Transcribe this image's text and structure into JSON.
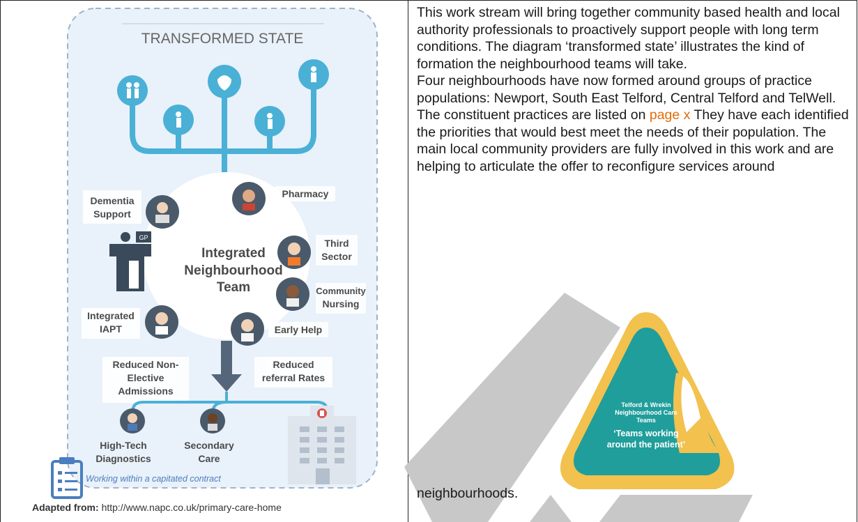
{
  "diagram": {
    "title": "TRANSFORMED STATE",
    "center_line1": "Integrated",
    "center_line2": "Neighbourhood",
    "center_line3": "Team",
    "gp_label": "GP",
    "labels": {
      "dementia1": "Dementia",
      "dementia2": "Support",
      "pharmacy": "Pharmacy",
      "third1": "Third",
      "third2": "Sector",
      "community1": "Community",
      "community2": "Nursing",
      "iapt1": "Integrated",
      "iapt2": "IAPT",
      "earlyhelp": "Early Help",
      "nonelective1": "Reduced Non-",
      "nonelective2": "Elective",
      "nonelective3": "Admissions",
      "referral1": "Reduced",
      "referral2": "referral Rates",
      "hightech1": "High-Tech",
      "hightech2": "Diagnostics",
      "secondary1": "Secondary",
      "secondary2": "Care"
    },
    "contract_text": "Working within a capitated contract"
  },
  "caption": {
    "bold": "Adapted from:",
    "url": "http://www.napc.co.uk/primary-care-home"
  },
  "body": {
    "para1": "This work stream will bring together community based health and local authority professionals to proactively support people with long term conditions. The diagram ‘transformed state’ illustrates the kind of formation the neighbourhood teams will take.",
    "para2_a": "Four neighbourhoods have now formed around groups of practice populations: Newport, South East Telford, Central Telford and TelWell. The constituent practices are listed on ",
    "para2_link": "page x",
    "para2_b": " They have each identified the priorities that would best meet the needs of their population. The main local community providers are fully involved in this work and are helping to articulate the offer to reconfigure services around",
    "tail": "neighbourhoods."
  },
  "badge": {
    "line1": "Telford & Wrekin",
    "line2": "Neighbourhood Care",
    "line3": "Teams",
    "quote1": "‘Teams working",
    "quote2": "around the patient’"
  }
}
